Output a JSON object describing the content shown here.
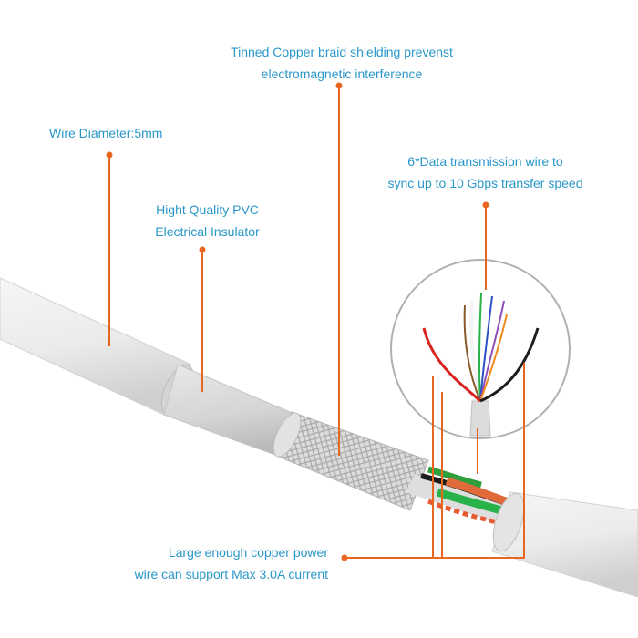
{
  "colors": {
    "label_text": "#2a97c9",
    "leader_line": "#e8661f",
    "cable_jacket": "#ececec",
    "cable_shadow": "#c9c9c9",
    "braid": "#d9d9d9",
    "inset_background": "#ffffff"
  },
  "callouts": [
    {
      "id": "braid",
      "lines": [
        "Tinned Copper braid shielding prevenst",
        "electromagnetic interference"
      ]
    },
    {
      "id": "diameter",
      "lines": [
        "Wire Diameter:5mm"
      ]
    },
    {
      "id": "data_wire",
      "lines": [
        "6*Data transmission wire to",
        "sync up to 10 Gbps transfer speed"
      ]
    },
    {
      "id": "insulator",
      "lines": [
        "Hight Quality PVC",
        "Electrical Insulator"
      ]
    },
    {
      "id": "power_wire",
      "lines": [
        "Large enough copper power",
        "wire can support Max 3.0A current"
      ]
    }
  ],
  "inner_wires": [
    {
      "name": "red",
      "color": "#d8231f"
    },
    {
      "name": "black",
      "color": "#1d1d1d"
    },
    {
      "name": "white",
      "color": "#f4f4f4"
    },
    {
      "name": "green",
      "color": "#27b24a"
    },
    {
      "name": "blue",
      "color": "#2b4fc4"
    },
    {
      "name": "orange",
      "color": "#f08a1c"
    },
    {
      "name": "brown",
      "color": "#8a5a2b"
    },
    {
      "name": "violet",
      "color": "#8c4fb8"
    }
  ]
}
